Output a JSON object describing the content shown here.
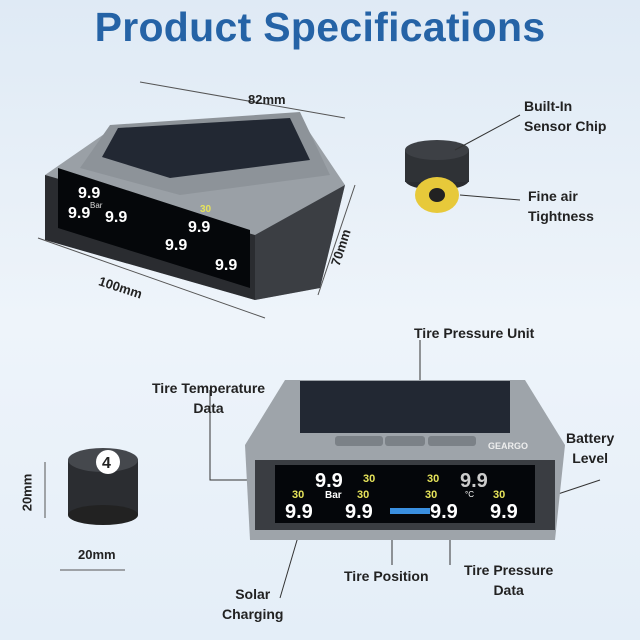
{
  "title": "Product Specifications",
  "dimensions": {
    "width": "82mm",
    "length": "100mm",
    "height": "70mm",
    "sensor_height": "20mm",
    "sensor_width": "20mm"
  },
  "labels": {
    "sensor_chip": [
      "Built-In",
      "Sensor Chip"
    ],
    "air_tightness": [
      "Fine air",
      "Tightness"
    ],
    "pressure_unit": "Tire Pressure Unit",
    "temperature_data": [
      "Tire Temperature",
      "Data"
    ],
    "battery_level": [
      "Battery",
      "Level"
    ],
    "solar_charging": [
      "Solar",
      "Charging"
    ],
    "tire_position": "Tire Position",
    "pressure_data": [
      "Tire Pressure",
      "Data"
    ]
  },
  "device": {
    "brand": "GEARGO",
    "pressure_value": "9.9",
    "temperature_value": "30",
    "unit": "Bar",
    "temp_unit": "°C",
    "sensor_number": "4"
  },
  "colors": {
    "title": "#2563a6",
    "display_yellow": "#e6e35a",
    "display_blue": "#3a8fe0"
  }
}
